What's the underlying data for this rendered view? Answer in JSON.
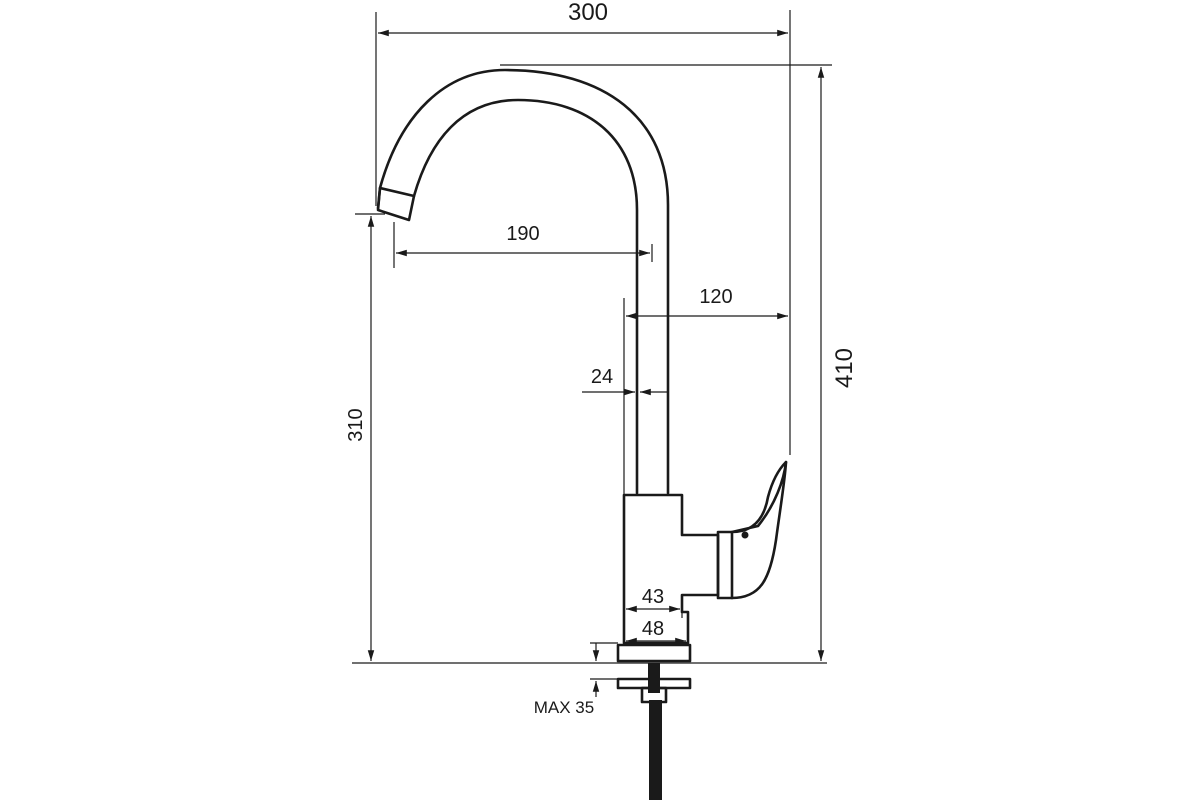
{
  "diagram": {
    "subject": "kitchen-faucet-dimension-drawing",
    "dimensions": {
      "overall_width": "300",
      "overall_height": "410",
      "spout_reach": "190",
      "spout_height": "310",
      "body_to_handle": "120",
      "pipe_diameter": "24",
      "base_inner": "43",
      "base_outer": "48",
      "max_counter_thickness": "MAX 35"
    }
  }
}
